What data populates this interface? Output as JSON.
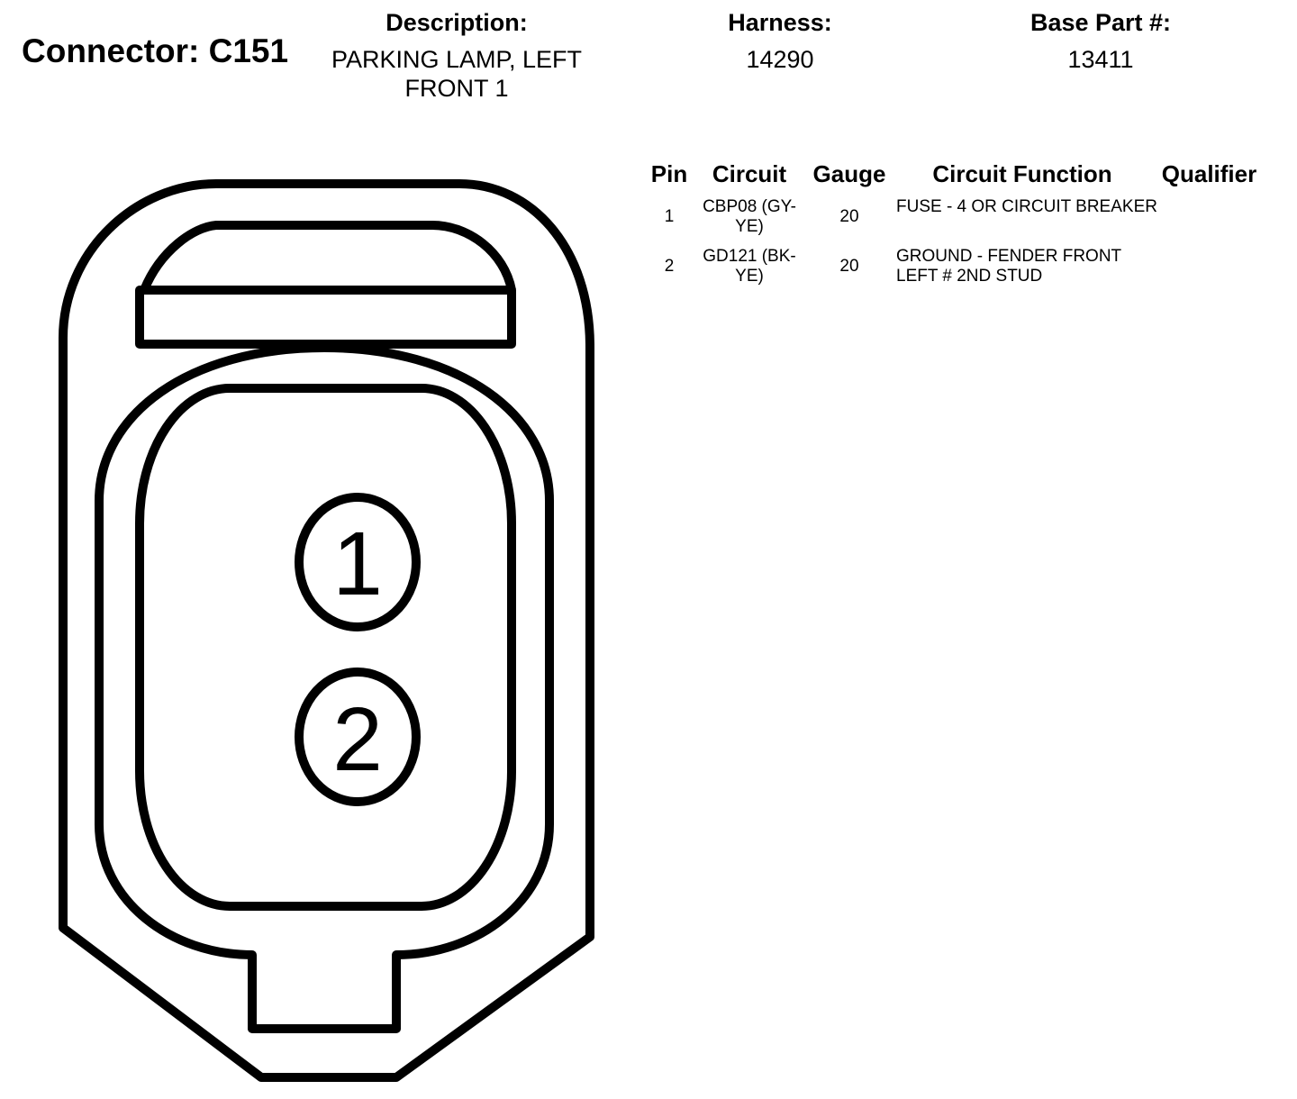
{
  "connector": {
    "title": "Connector: C151"
  },
  "header": {
    "description_label": "Description:",
    "description_value": "PARKING LAMP, LEFT FRONT 1",
    "harness_label": "Harness:",
    "harness_value": "14290",
    "base_part_label": "Base Part #:",
    "base_part_value": "13411"
  },
  "table": {
    "columns": [
      "Pin",
      "Circuit",
      "Gauge",
      "Circuit Function",
      "Qualifier"
    ],
    "rows": [
      {
        "pin": "1",
        "circuit": "CBP08 (GY-YE)",
        "gauge": "20",
        "function": "FUSE - 4 OR CIRCUIT BREAKER",
        "qualifier": ""
      },
      {
        "pin": "2",
        "circuit": "GD121 (BK-YE)",
        "gauge": "20",
        "function": "GROUND - FENDER FRONT LEFT # 2ND STUD",
        "qualifier": ""
      }
    ]
  },
  "diagram": {
    "pin_labels": [
      "1",
      "2"
    ]
  }
}
